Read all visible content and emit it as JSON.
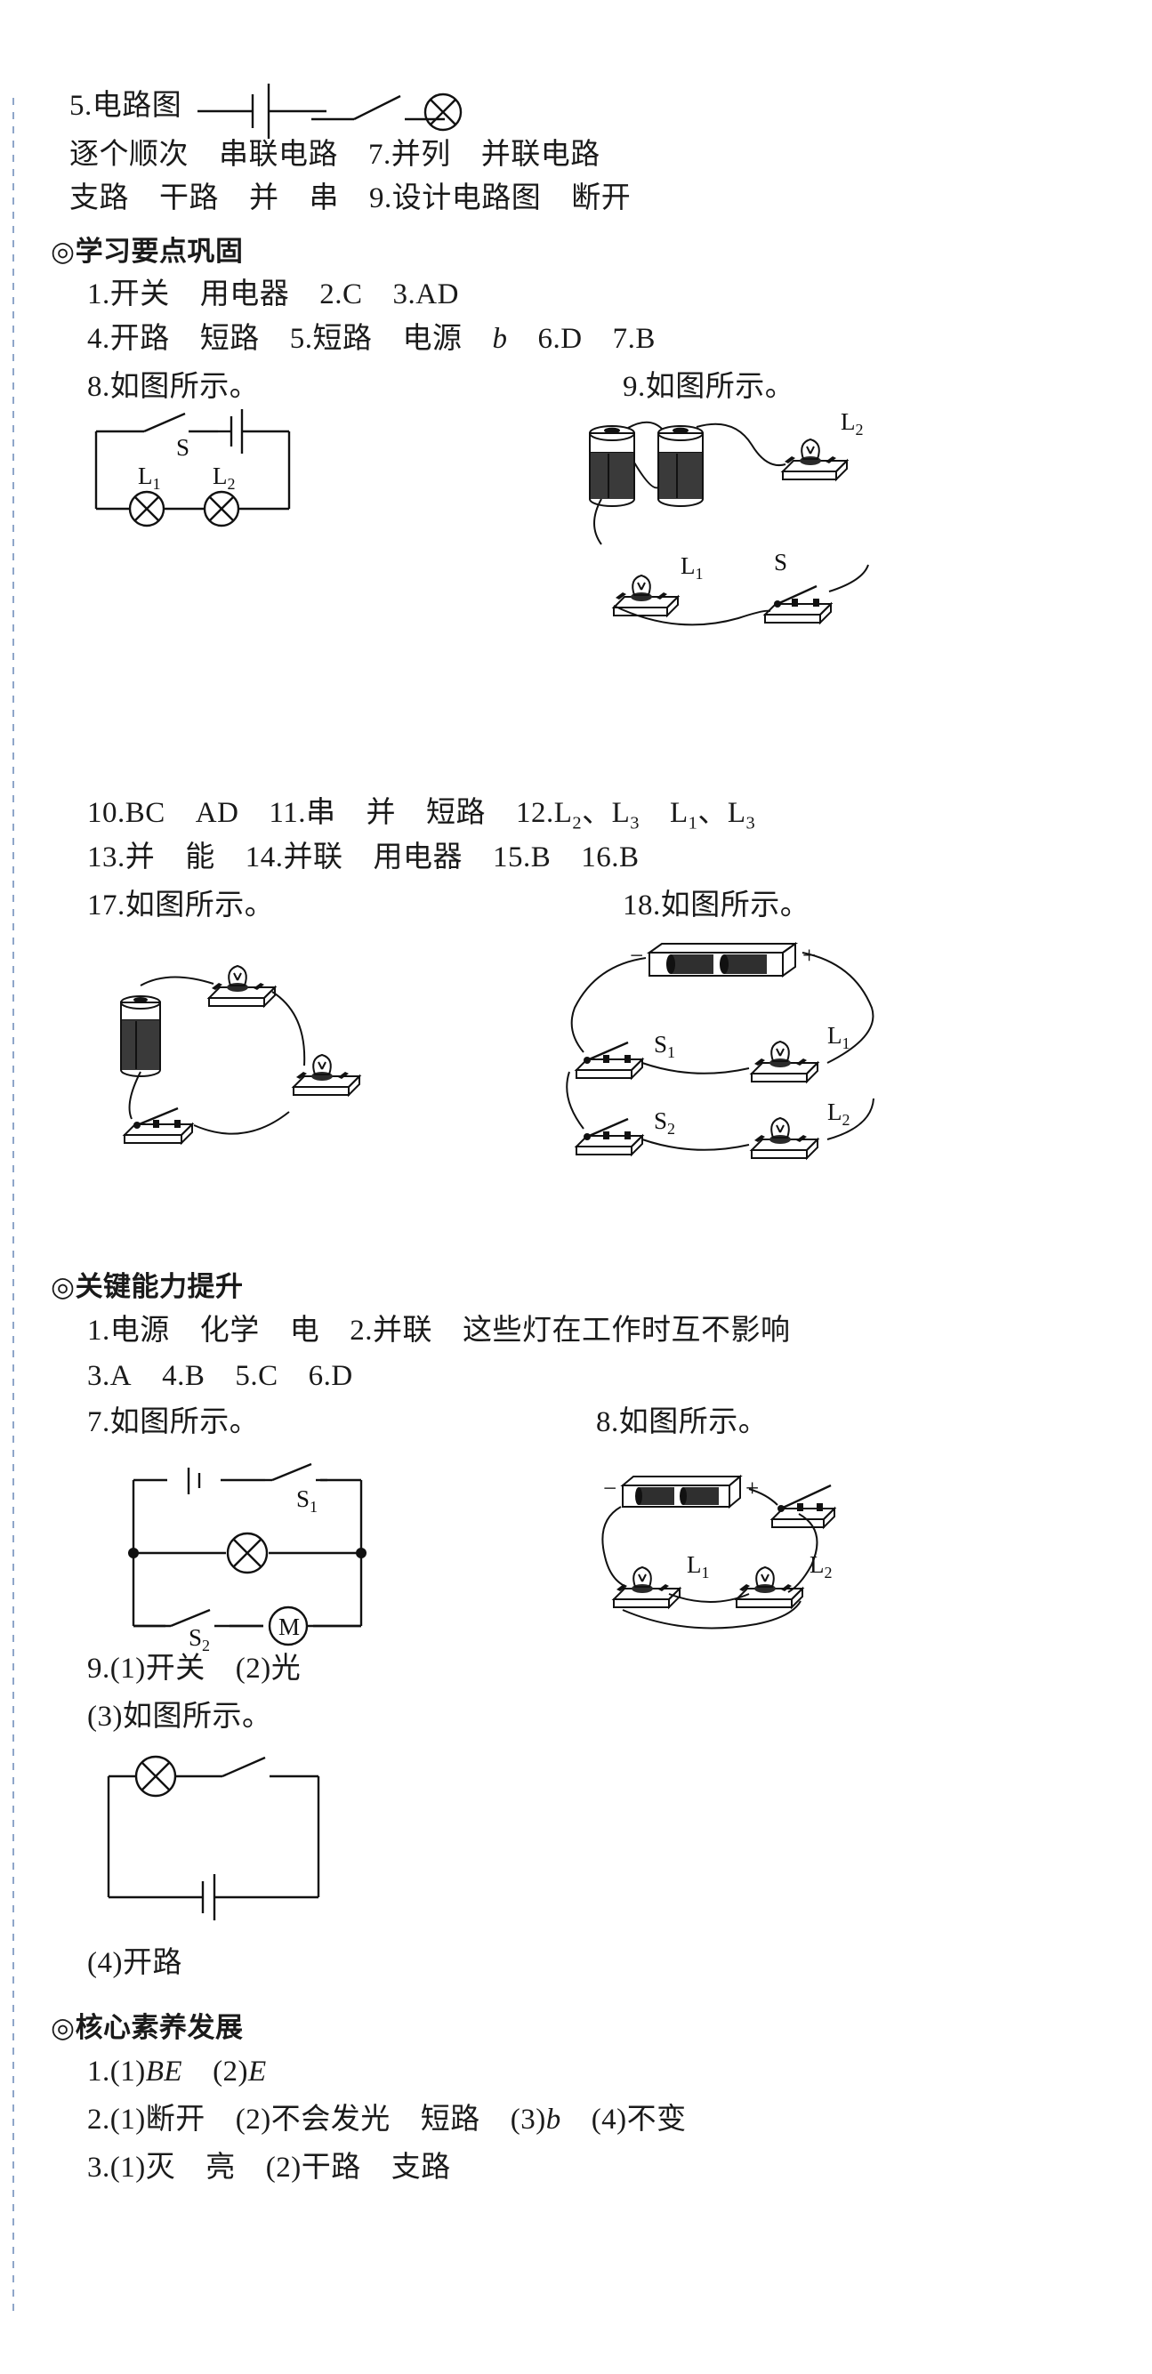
{
  "page": {
    "language": "zh-CN",
    "doc_type": "answer-key",
    "subject_hint": "physics-circuits"
  },
  "fill_in_answers_top": [
    {
      "id": "q5",
      "number": "5.",
      "text": "电路图",
      "has_symbols": true,
      "symbols": [
        "battery-symbol",
        "switch-symbol",
        "lamp-symbol"
      ]
    },
    {
      "id": "q6",
      "number": "6.",
      "text": "逐个顺次  串联电路  7.并列  并联电路"
    },
    {
      "id": "q8",
      "number": "8.",
      "text": "支路  干路  并  串  9.设计电路图  断开"
    }
  ],
  "sections": [
    {
      "id": "section-key-points",
      "marker": "◎",
      "title": "学习要点巩固",
      "lines": [
        {
          "id": "kp-1",
          "text": "1.开关  用电器  2.C  3.AD"
        },
        {
          "id": "kp-4",
          "text": "4.开路  短路  5.短路  电源  b  6.D  7.B",
          "italic_run": "b"
        },
        {
          "id": "kp-8",
          "text": "8.如图所示。",
          "paired_right": "9.如图所示。",
          "has_figure": true,
          "figure_left": "circuit-schematic-s-l1-l2-series",
          "figure_right": "pictorial-two-cells-two-lamps-switch"
        },
        {
          "id": "kp-10",
          "text": "10.BC  AD  11.串  并  短路  12.L₂、L₃  L₁、L₃"
        },
        {
          "id": "kp-13",
          "text": "13.并  能  14.并联  用电器  15.B  16.B"
        },
        {
          "id": "kp-17",
          "text": "17.如图所示。",
          "paired_right": "18.如图所示。",
          "has_figure": true,
          "figure_left": "pictorial-cell-two-lamps-switch",
          "figure_right": "pictorial-battery-two-switches-two-lamps-parallel"
        }
      ]
    },
    {
      "id": "section-key-ability",
      "marker": "◎",
      "title": "关键能力提升",
      "lines": [
        {
          "id": "ka-1",
          "text": "1.电源  化学  电  2.并联  这些灯在工作时互不影响"
        },
        {
          "id": "ka-3",
          "text": "3.A  4.B  5.C  6.D"
        },
        {
          "id": "ka-7",
          "text": "7.如图所示。",
          "paired_right": "8.如图所示。",
          "has_figure": true,
          "figure_left": "schematic-parallel-lamp-motor-two-switches",
          "figure_right": "pictorial-battery-switch-two-lamps-parallel"
        },
        {
          "id": "ka-9a",
          "text": "9.(1)开关  (2)光"
        },
        {
          "id": "ka-9b",
          "text": "(3)如图所示。",
          "has_figure": true,
          "figure_left": "schematic-lamp-switch-battery-loop"
        },
        {
          "id": "ka-9c",
          "text": "(4)开路"
        }
      ]
    },
    {
      "id": "section-core-literacy",
      "marker": "◎",
      "title": "核心素养发展",
      "lines": [
        {
          "id": "cl-1",
          "text": "1.(1)BE  (2)E",
          "italic_runs": [
            "BE",
            "E"
          ]
        },
        {
          "id": "cl-2",
          "text": "2.(1)断开  (2)不会发光  短路  (3)b  (4)不变",
          "italic_runs": [
            "b"
          ]
        },
        {
          "id": "cl-3",
          "text": "3.(1)灭  亮  (2)干路  支路"
        }
      ]
    }
  ],
  "figure_labels": {
    "S": "S",
    "S1": "S₁",
    "S2": "S₂",
    "L1": "L₁",
    "L2": "L₂",
    "M": "M",
    "plus": "+",
    "minus": "−"
  },
  "colors": {
    "ink": "#1a1a1a",
    "line": "#111111",
    "paper": "#ffffff",
    "binding_dots": "#8fa6c9"
  }
}
